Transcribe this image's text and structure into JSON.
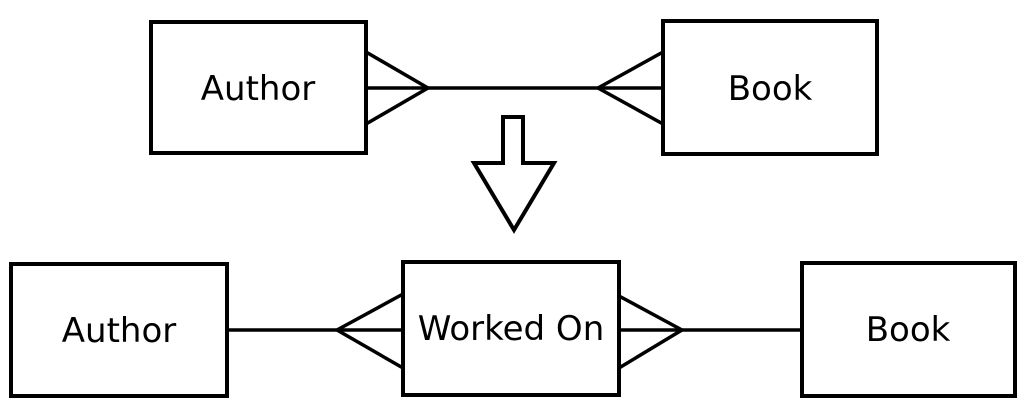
{
  "colors": {
    "background": "#ffffff",
    "stroke": "#000000",
    "text": "#000000"
  },
  "top_row": {
    "author_label": "Author",
    "book_label": "Book",
    "relationship": "many-to-many",
    "left_end_icon": "crow-foot-many",
    "right_end_icon": "crow-foot-many"
  },
  "transform": {
    "icon": "down-arrow",
    "meaning": "decomposed into"
  },
  "bottom_row": {
    "author_label": "Author",
    "junction_label": "Worked On",
    "book_label": "Book",
    "left_relationship": "one-to-many toward junction",
    "right_relationship": "one-to-many toward junction",
    "left_end_icon": "crow-foot-many",
    "right_end_icon": "crow-foot-many"
  }
}
